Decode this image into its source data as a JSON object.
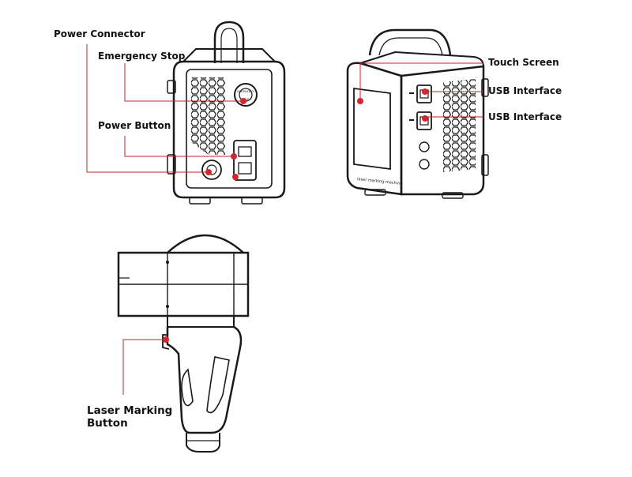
{
  "labels": {
    "power_connector": "Power Connector",
    "emergency_stop": "Emergency Stop",
    "power_button": "Power Button",
    "touch_screen": "Touch Screen",
    "usb_interface_1": "USB Interface",
    "usb_interface_2": "USB Interface",
    "laser_marking_line1": "Laser Marking",
    "laser_marking_line2": "Button"
  },
  "engravings": {
    "estop_text": "EMERGENCY",
    "estop_sub": "STOP",
    "front_text": "laser marking machine"
  },
  "colors": {
    "leader": "#c4232b",
    "dot": "#d32630",
    "outline": "#1a1a1a"
  }
}
